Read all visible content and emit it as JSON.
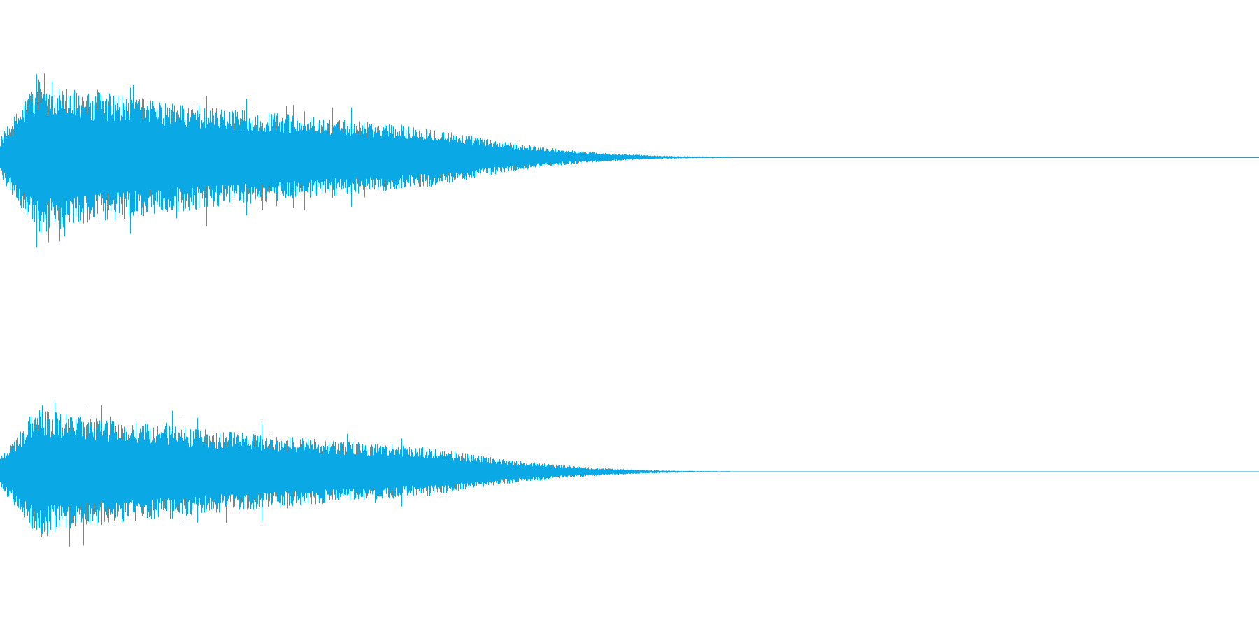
{
  "waveform": {
    "color": "#0aa9e6",
    "background": "#ffffff",
    "channels": [
      {
        "name": "",
        "peak_amplitude": 0.98,
        "attack_fraction": 0.03,
        "sustain_end_fraction": 0.34,
        "decay_end_fraction": 0.58
      },
      {
        "name": "",
        "peak_amplitude": 0.88,
        "attack_fraction": 0.03,
        "sustain_end_fraction": 0.34,
        "decay_end_fraction": 0.58
      }
    ]
  }
}
